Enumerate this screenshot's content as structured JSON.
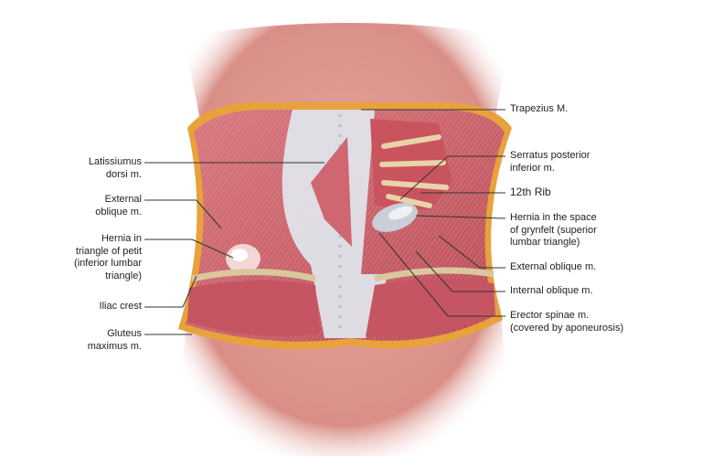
{
  "labels_left": [
    {
      "text": "Latissiumus\ndorsi m."
    },
    {
      "text": "External\noblique m."
    },
    {
      "text": "Hernia in\ntriangle of petit\n(inferior lumbar\ntriangle)"
    },
    {
      "text": "Iliac crest"
    },
    {
      "text": "Gluteus\nmaximus m."
    }
  ],
  "labels_right": [
    {
      "text": "Trapezius M."
    },
    {
      "text": "Serratus posterior\ninferior m."
    },
    {
      "text": "12th Rib"
    },
    {
      "text": "Hernia in the space\nof grynfelt (superior\nlumbar triangle)"
    },
    {
      "text": "External oblique m."
    },
    {
      "text": "Internal oblique m."
    },
    {
      "text": "Erector spinae m.\n(covered by aponeurosis)"
    }
  ],
  "colors": {
    "skin": "#e7a49a",
    "muscle": "#c85a62",
    "fat": "#e8a23c",
    "aponeurosis": "#dfe3ea",
    "hernia": "#f3d6d6"
  }
}
